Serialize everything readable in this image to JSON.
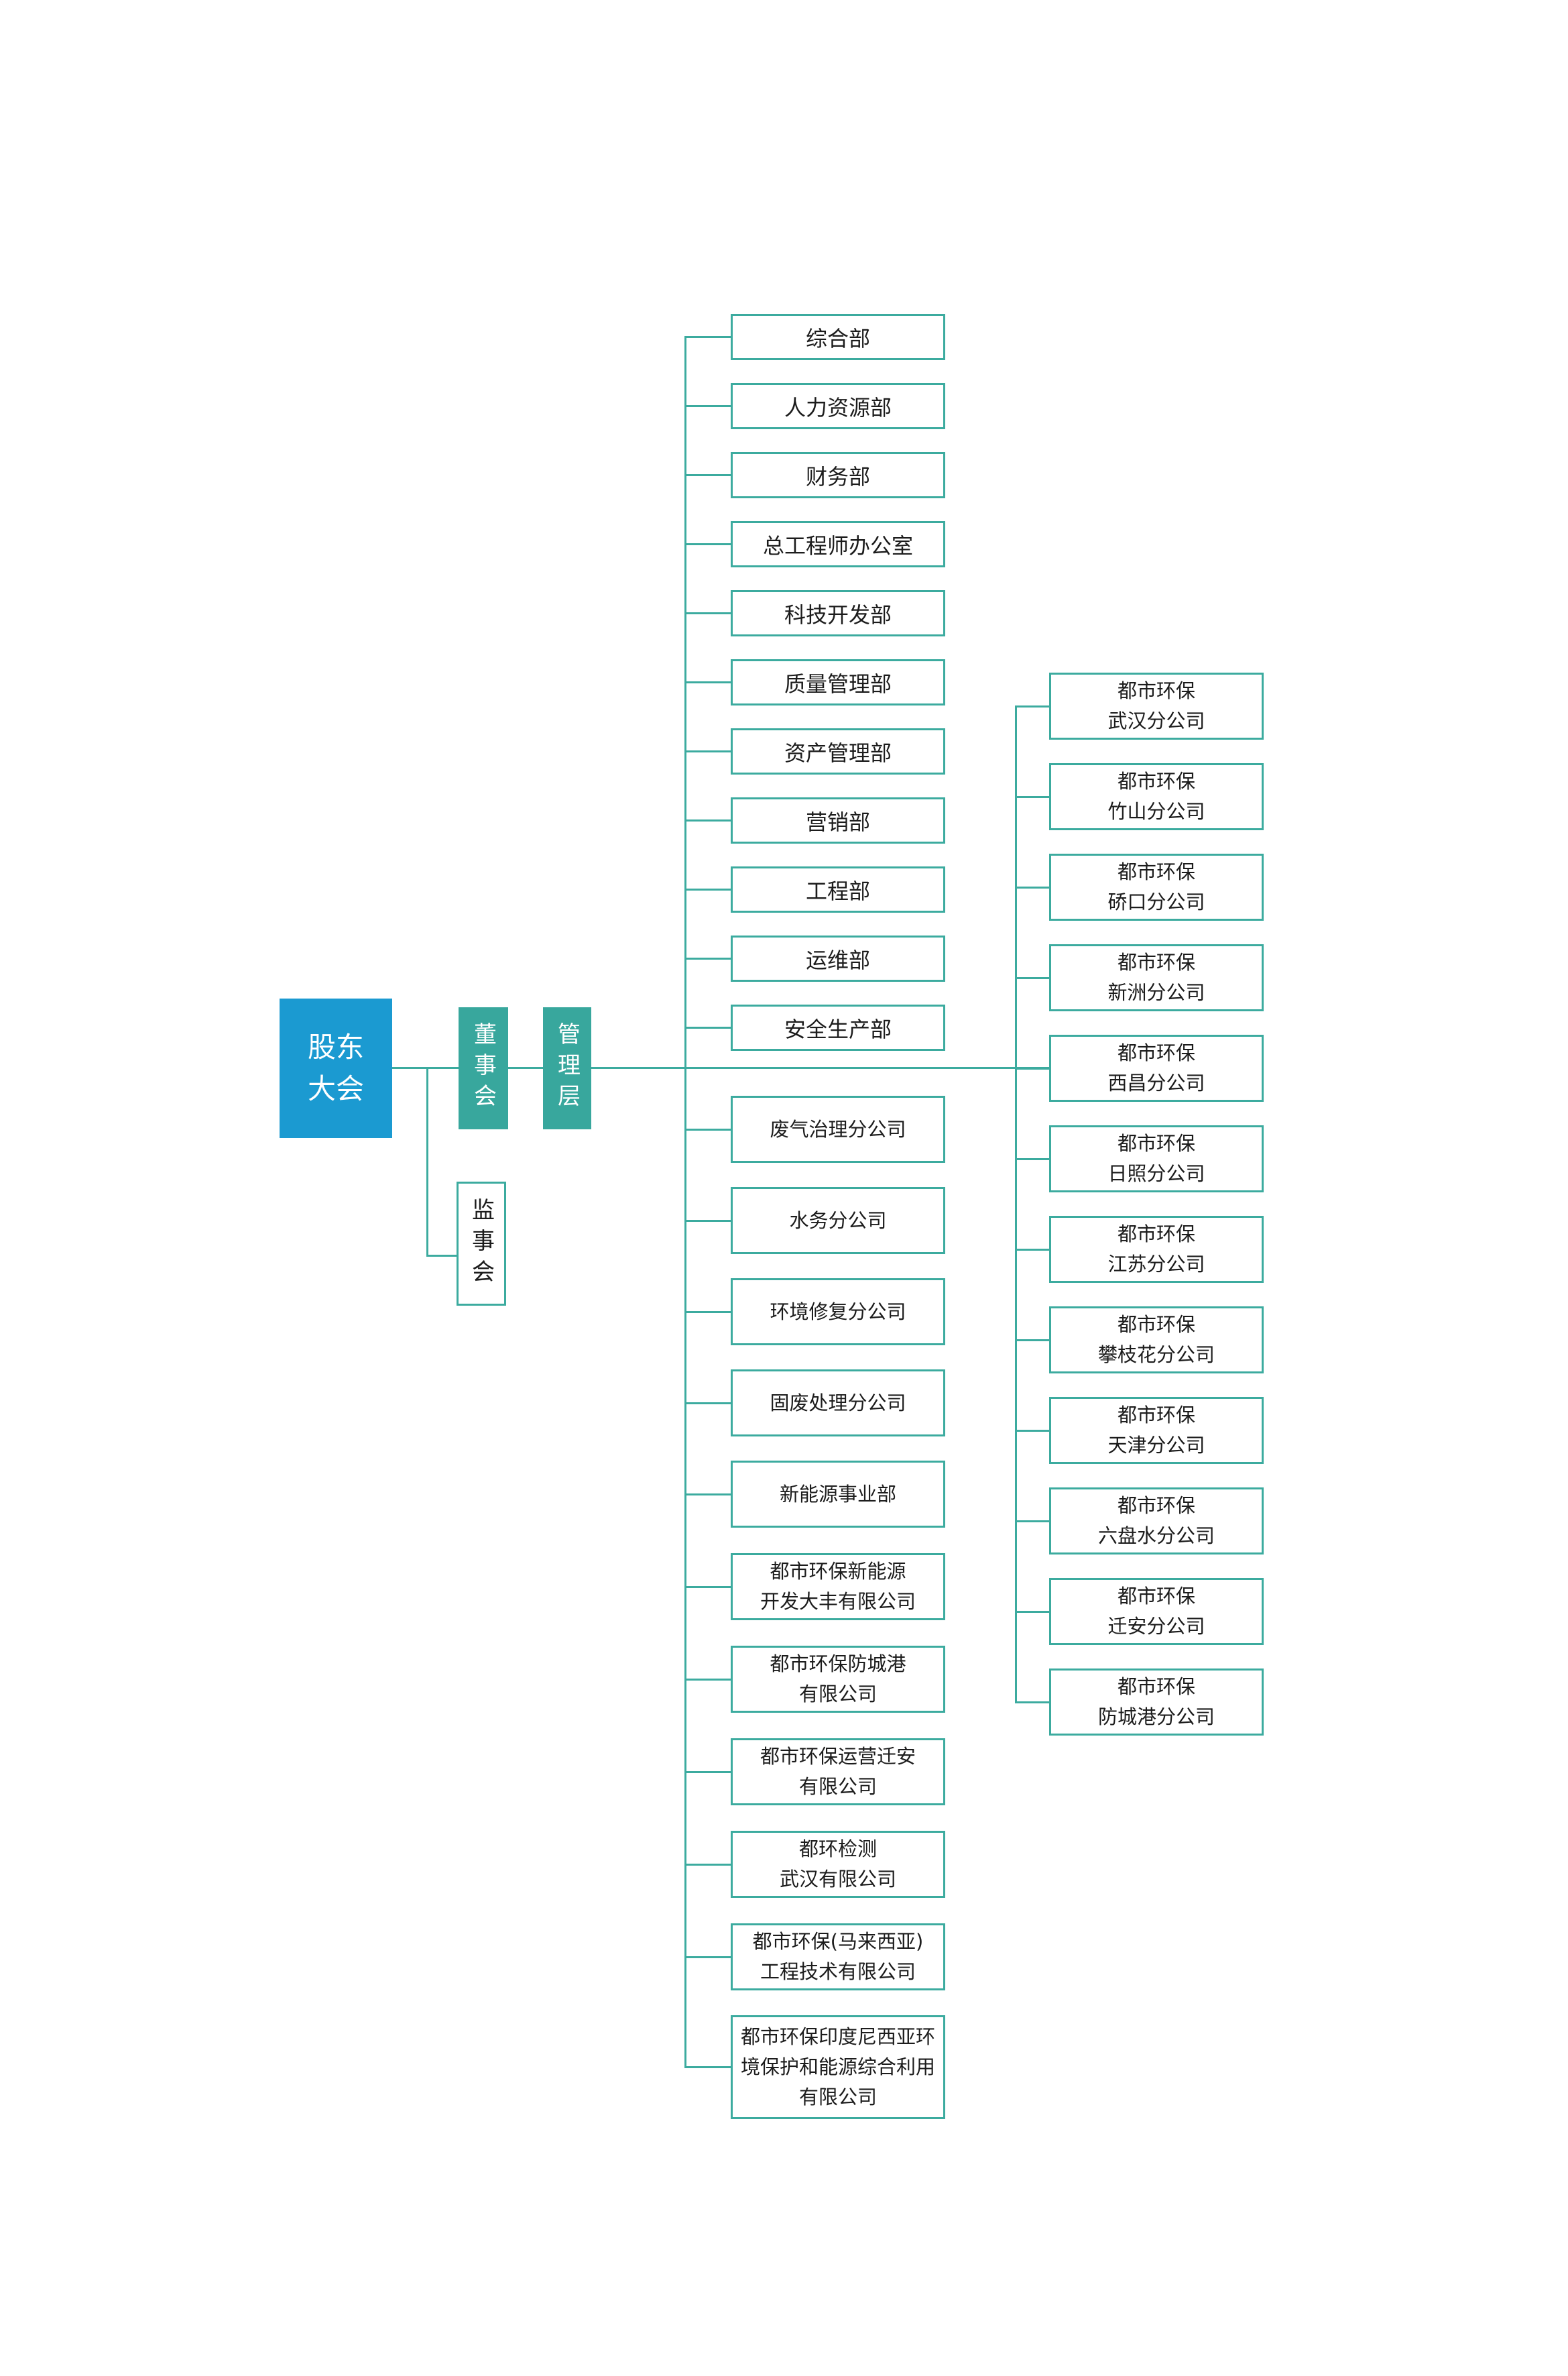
{
  "governance": {
    "shareholders": "股东\n大会",
    "board": "董事会",
    "supervisory": "监事会",
    "management": "管理层"
  },
  "departments": [
    "综合部",
    "人力资源部",
    "财务部",
    "总工程师办公室",
    "科技开发部",
    "质量管理部",
    "资产管理部",
    "营销部",
    "工程部",
    "运维部",
    "安全生产部"
  ],
  "subsidiaries": [
    "废气治理分公司",
    "水务分公司",
    "环境修复分公司",
    "固废处理分公司",
    "新能源事业部",
    "都市环保新能源\n开发大丰有限公司",
    "都市环保防城港\n有限公司",
    "都市环保运营迁安\n有限公司",
    "都环检测\n武汉有限公司",
    "都市环保(马来西亚)\n工程技术有限公司",
    "都市环保印度尼西亚环\n境保护和能源综合利用\n有限公司"
  ],
  "branches": [
    "都市环保\n武汉分公司",
    "都市环保\n竹山分公司",
    "都市环保\n硚口分公司",
    "都市环保\n新洲分公司",
    "都市环保\n西昌分公司",
    "都市环保\n日照分公司",
    "都市环保\n江苏分公司",
    "都市环保\n攀枝花分公司",
    "都市环保\n天津分公司",
    "都市环保\n六盘水分公司",
    "都市环保\n迁安分公司",
    "都市环保\n防城港分公司"
  ],
  "colors": {
    "shareholders_blue": "#1b9ad1",
    "governance_teal": "#38a79d",
    "line_teal": "#3cab9f",
    "text_dark": "#1c1c1c"
  }
}
